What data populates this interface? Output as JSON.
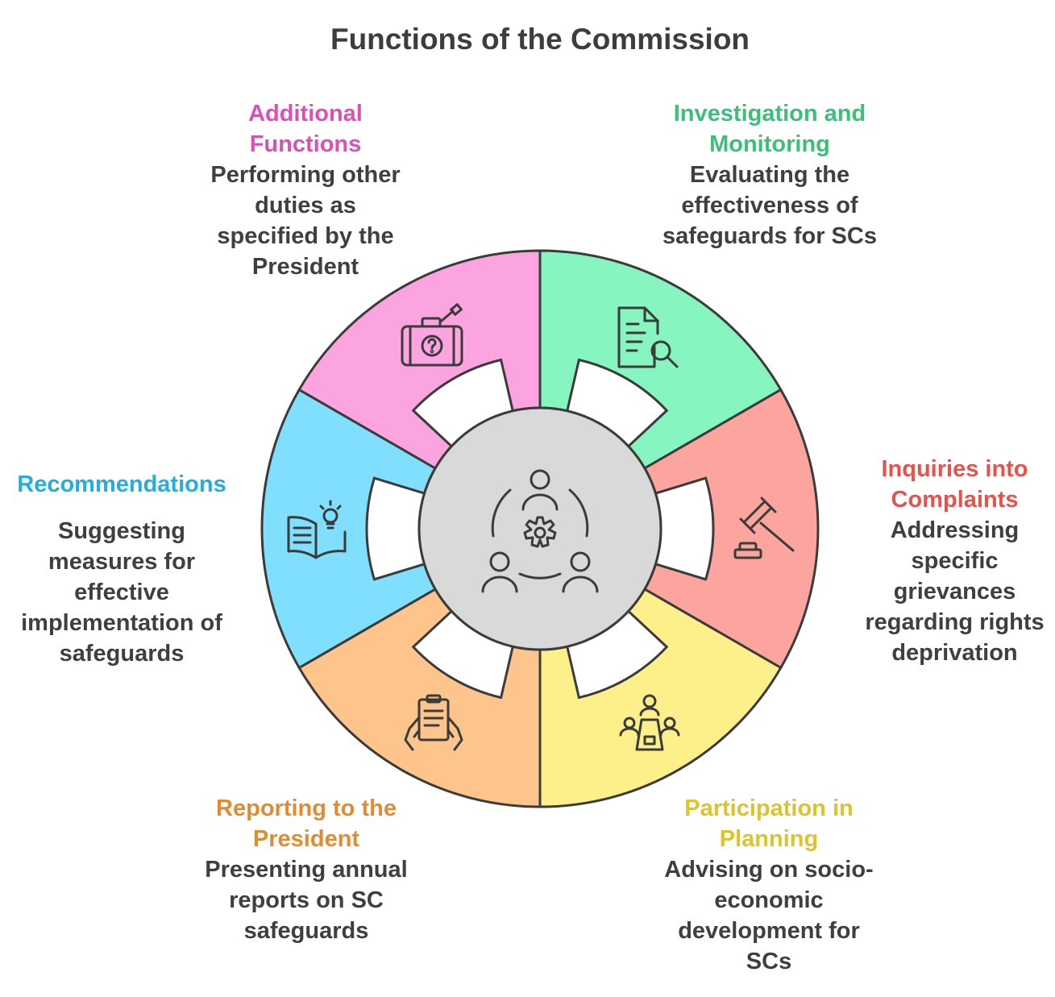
{
  "title": "Functions of the Commission",
  "segments": [
    {
      "id": "investigation",
      "heading": "Investigation and Monitoring",
      "description": "Evaluating the effectiveness of safeguards for SCs",
      "fill": "#86f5c0",
      "text_color": "#3cbf79",
      "icon": "document-search-icon"
    },
    {
      "id": "inquiries",
      "heading": "Inquiries into Complaints",
      "description": "Addressing specific grievances regarding rights deprivation",
      "fill": "#fca59f",
      "text_color": "#e5534c",
      "icon": "gavel-icon"
    },
    {
      "id": "participation",
      "heading": "Participation in Planning",
      "description": "Advising on socio-economic development for SCs",
      "fill": "#fdf08a",
      "text_color": "#dcc52a",
      "icon": "meeting-table-icon"
    },
    {
      "id": "reporting",
      "heading": "Reporting to the President",
      "description": "Presenting annual reports on SC safeguards",
      "fill": "#fdc48c",
      "text_color": "#e38b31",
      "icon": "clipboard-hands-icon"
    },
    {
      "id": "recommendations",
      "heading": "Recommendations",
      "description": "Suggesting measures for effective implementation of safeguards",
      "fill": "#7fdffd",
      "text_color": "#24aee0",
      "icon": "book-lightbulb-icon"
    },
    {
      "id": "additional",
      "heading": "Additional Functions",
      "description": "Performing other duties as specified by the President",
      "fill": "#fca4e0",
      "text_color": "#dd4fb8",
      "icon": "toolbox-question-icon"
    }
  ],
  "center": {
    "fill": "#d9d9d9",
    "icon": "team-gear-icon"
  }
}
